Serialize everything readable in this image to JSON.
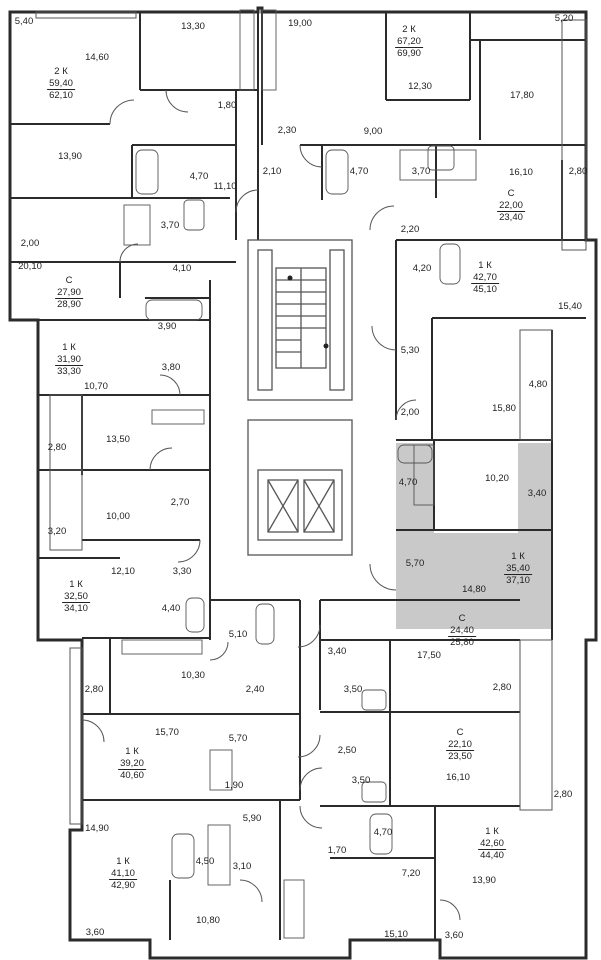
{
  "colors": {
    "wall": "#2b2b2b",
    "thin": "#555555",
    "highlight": "#c9c9c9",
    "background": "#ffffff"
  },
  "apartments": [
    {
      "id": "a1",
      "type": "2 К",
      "living": "59,40",
      "total": "62,10",
      "highlighted": false
    },
    {
      "id": "a2",
      "type": "2 К",
      "living": "67,20",
      "total": "69,90",
      "highlighted": false
    },
    {
      "id": "a3",
      "type": "С",
      "living": "22,00",
      "total": "23,40",
      "highlighted": false
    },
    {
      "id": "a4",
      "type": "С",
      "living": "27,90",
      "total": "28,90",
      "highlighted": false
    },
    {
      "id": "a5",
      "type": "1 К",
      "living": "42,70",
      "total": "45,10",
      "highlighted": false
    },
    {
      "id": "a6",
      "type": "1 К",
      "living": "31,90",
      "total": "33,30",
      "highlighted": false
    },
    {
      "id": "a7",
      "type": "1 К",
      "living": "35,40",
      "total": "37,10",
      "highlighted": true
    },
    {
      "id": "a8",
      "type": "1 К",
      "living": "32,50",
      "total": "34,10",
      "highlighted": false
    },
    {
      "id": "a9",
      "type": "С",
      "living": "24,40",
      "total": "25,80",
      "highlighted": false
    },
    {
      "id": "a10",
      "type": "С",
      "living": "22,10",
      "total": "23,50",
      "highlighted": false
    },
    {
      "id": "a11",
      "type": "1 К",
      "living": "39,20",
      "total": "40,60",
      "highlighted": false
    },
    {
      "id": "a12",
      "type": "1 К",
      "living": "42,60",
      "total": "44,40",
      "highlighted": false
    },
    {
      "id": "a13",
      "type": "1 К",
      "living": "41,10",
      "total": "42,90",
      "highlighted": false
    }
  ],
  "rooms": [
    "5,40",
    "14,60",
    "13,30",
    "19,00",
    "5,20",
    "12,30",
    "17,80",
    "1,80",
    "2,30",
    "9,00",
    "13,90",
    "4,70",
    "11,10",
    "2,10",
    "4,70",
    "3,70",
    "16,10",
    "2,80",
    "3,70",
    "2,20",
    "2,00",
    "20,10",
    "4,10",
    "4,20",
    "15,40",
    "3,90",
    "5,30",
    "3,80",
    "10,70",
    "4,80",
    "2,00",
    "15,80",
    "13,50",
    "2,80",
    "10,20",
    "4,70",
    "3,40",
    "2,70",
    "10,00",
    "3,20",
    "5,70",
    "14,80",
    "12,10",
    "3,30",
    "4,40",
    "5,10",
    "10,30",
    "3,40",
    "17,50",
    "2,80",
    "2,40",
    "3,50",
    "2,80",
    "15,70",
    "5,70",
    "2,50",
    "3,50",
    "16,10",
    "1,90",
    "2,80",
    "14,90",
    "5,90",
    "4,70",
    "1,70",
    "4,50",
    "3,10",
    "7,20",
    "13,90",
    "3,60",
    "10,80",
    "15,10",
    "3,60"
  ]
}
